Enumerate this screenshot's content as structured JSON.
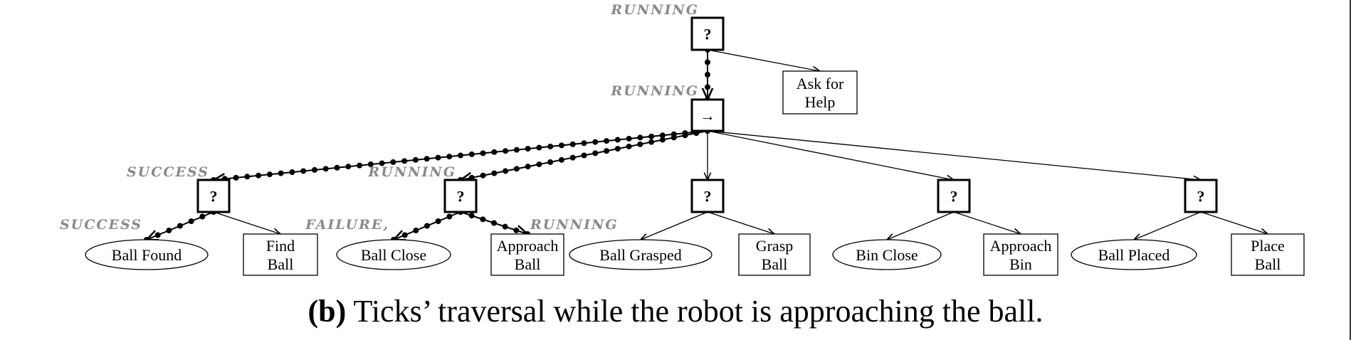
{
  "figure": {
    "caption_prefix": "(b)",
    "caption_text": " Ticks’ traversal while the robot is approaching the ball."
  },
  "nodes": {
    "root_fallback": {
      "type": "fallback",
      "symbol": "?",
      "status": "RUNNING"
    },
    "ask_for_help": {
      "type": "action",
      "lines": [
        "Ask for",
        "Help"
      ]
    },
    "main_sequence": {
      "type": "sequence",
      "symbol": "→",
      "status": "RUNNING"
    },
    "subtrees": [
      {
        "symbol": "?",
        "status": "SUCCESS",
        "condition": {
          "label": "Ball Found",
          "status": "SUCCESS"
        },
        "action": {
          "lines": [
            "Find",
            "Ball"
          ],
          "status": ""
        }
      },
      {
        "symbol": "?",
        "status": "RUNNING",
        "condition": {
          "label": "Ball Close",
          "status": "FAILURE,"
        },
        "action": {
          "lines": [
            "Approach",
            "Ball"
          ],
          "status": "RUNNING"
        }
      },
      {
        "symbol": "?",
        "status": "",
        "condition": {
          "label": "Ball Grasped",
          "status": ""
        },
        "action": {
          "lines": [
            "Grasp",
            "Ball"
          ],
          "status": ""
        }
      },
      {
        "symbol": "?",
        "status": "",
        "condition": {
          "label": "Bin Close",
          "status": ""
        },
        "action": {
          "lines": [
            "Approach",
            "Bin"
          ],
          "status": ""
        }
      },
      {
        "symbol": "?",
        "status": "",
        "condition": {
          "label": "Ball Placed",
          "status": ""
        },
        "action": {
          "lines": [
            "Place",
            "Ball"
          ],
          "status": ""
        }
      }
    ]
  },
  "ticked_edges": [
    "root_fallback->main_sequence",
    "main_sequence->subtree0",
    "subtree0->subtree0.condition",
    "main_sequence->subtree1",
    "subtree1->subtree1.condition",
    "subtree1->subtree1.action"
  ],
  "colors": {
    "status_text": "#8a8a8a",
    "lines": "#000000"
  }
}
